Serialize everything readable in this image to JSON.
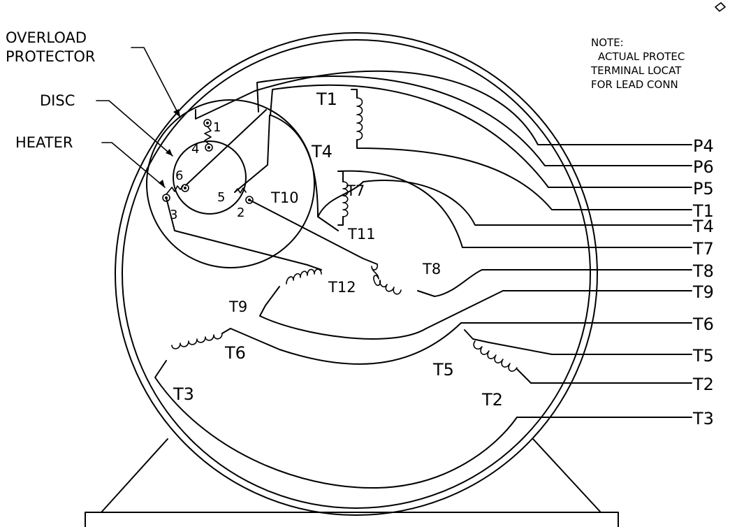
{
  "annotations": {
    "overload_line1": "OVERLOAD",
    "overload_line2": "PROTECTOR",
    "disc": "DISC",
    "heater": "HEATER"
  },
  "note": {
    "title": "NOTE:",
    "line1": "ACTUAL PROTEC",
    "line2": "TERMINAL LOCAT",
    "line3": "FOR LEAD CONN"
  },
  "protector_terminals": [
    "1",
    "2",
    "3",
    "4",
    "5",
    "6"
  ],
  "coil_labels": {
    "t1": "T1",
    "t4": "T4",
    "t7": "T7",
    "t10": "T10",
    "t11": "T11",
    "t8": "T8",
    "t12": "T12",
    "t9": "T9",
    "t6": "T6",
    "t3": "T3",
    "t5": "T5",
    "t2": "T2"
  },
  "leads": [
    "P4",
    "P6",
    "P5",
    "T1",
    "T4",
    "T7",
    "T8",
    "T9",
    "T6",
    "T5",
    "T2",
    "T3"
  ]
}
